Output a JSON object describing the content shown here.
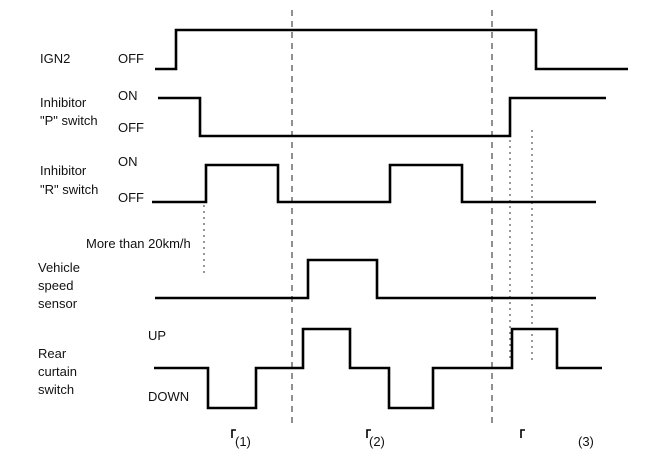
{
  "signals": {
    "ign2": {
      "name": "IGN2",
      "state_low": "OFF"
    },
    "inhibitor_p": {
      "name_line1": "Inhibitor",
      "name_line2": "\"P\" switch",
      "state_high": "ON",
      "state_low": "OFF"
    },
    "inhibitor_r": {
      "name_line1": "Inhibitor",
      "name_line2": "\"R\" switch",
      "state_high": "ON",
      "state_low": "OFF"
    },
    "speed": {
      "name_line1": "Vehicle",
      "name_line2": "speed",
      "name_line3": "sensor",
      "threshold": "More than 20km/h"
    },
    "curtain": {
      "name_line1": "Rear",
      "name_line2": "curtain",
      "name_line3": "switch",
      "state_high": "UP",
      "state_low": "DOWN"
    }
  },
  "markers": [
    "(1)",
    "(2)",
    "(3)"
  ]
}
